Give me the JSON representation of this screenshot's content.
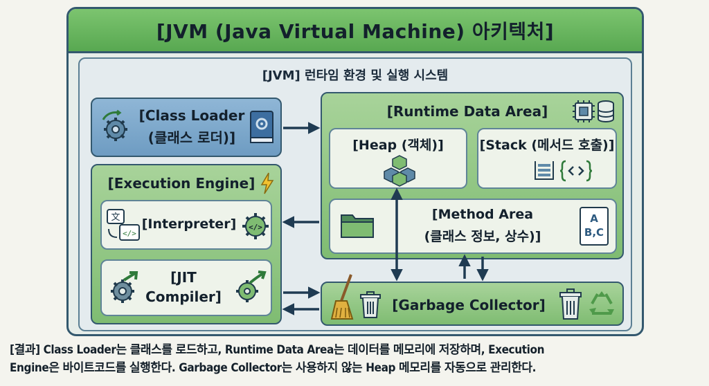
{
  "title": "[JVM (Java Virtual Machine) 아키텍처]",
  "inner_title": "[JVM] 런타임 환경 및 실행 시스템",
  "class_loader": {
    "line1": "[Class Loader",
    "line2": "(클래스 로더)]"
  },
  "execution_engine": {
    "title": "[Execution Engine]",
    "interpreter": "[Interpreter]",
    "jit_line1": "[JIT",
    "jit_line2": "Compiler]"
  },
  "runtime_data_area": {
    "title": "[Runtime Data Area]",
    "heap": "[Heap (객체)]",
    "stack": "[Stack (메서드 호출)]",
    "method_line1": "[Method Area",
    "method_line2": "(클래스 정보, 상수)]",
    "abc_line1": "A",
    "abc_line2": "B,C"
  },
  "garbage_collector": "[Garbage Collector]",
  "caption": {
    "line1": "[결과] Class Loader는 클래스를 로드하고, Runtime Data Area는 데이터를 메모리에 저장하며, Execution",
    "line2": "Engine은 바이트코드를 실행한다. Garbage Collector는 사용하지 않는 Heap 메모리를 자동으로 관리한다."
  }
}
